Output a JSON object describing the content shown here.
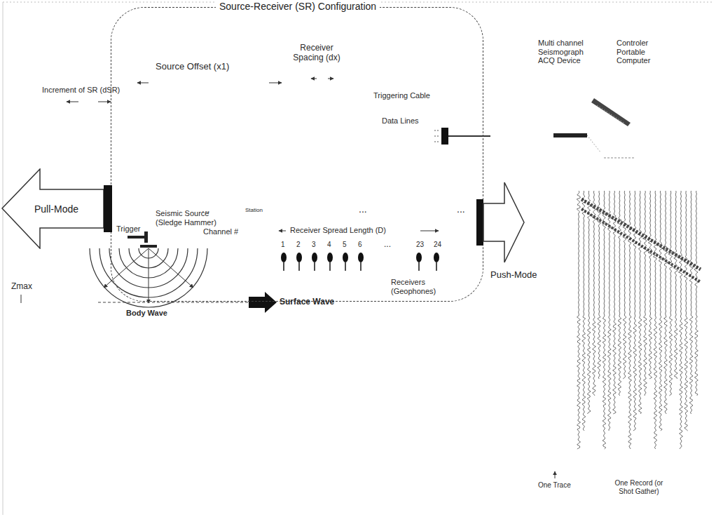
{
  "diagram": {
    "nodes": [
      {
        "text": [
          "Source-Receiver (SR) Configuration"
        ]
      },
      {
        "text": [
          "Pull-Mode"
        ]
      },
      {
        "text": [
          "Push-Mode"
        ]
      }
    ],
    "labels": [
      "Increment of SR (dSR)",
      "Source Offset (x1)",
      "Receiver Spacing (dx)",
      "Triggering Cable",
      "Multi channel Seismograph ACQ Device",
      "Controler Portable Computer",
      "Data Lines",
      "...",
      "Station",
      "...",
      "...",
      "Seismic Source (Sledge Hammer)",
      "Receiver Spread Length (D)",
      "Trigger",
      "Channel #",
      "1",
      "2",
      "3",
      "4",
      "5",
      "6",
      "...",
      "23",
      "24",
      "Receivers (Geophones)",
      "Surface Wave",
      "Zmax",
      "Body Wave",
      "One Trace",
      "One Record (or Shot Gather)"
    ]
  }
}
